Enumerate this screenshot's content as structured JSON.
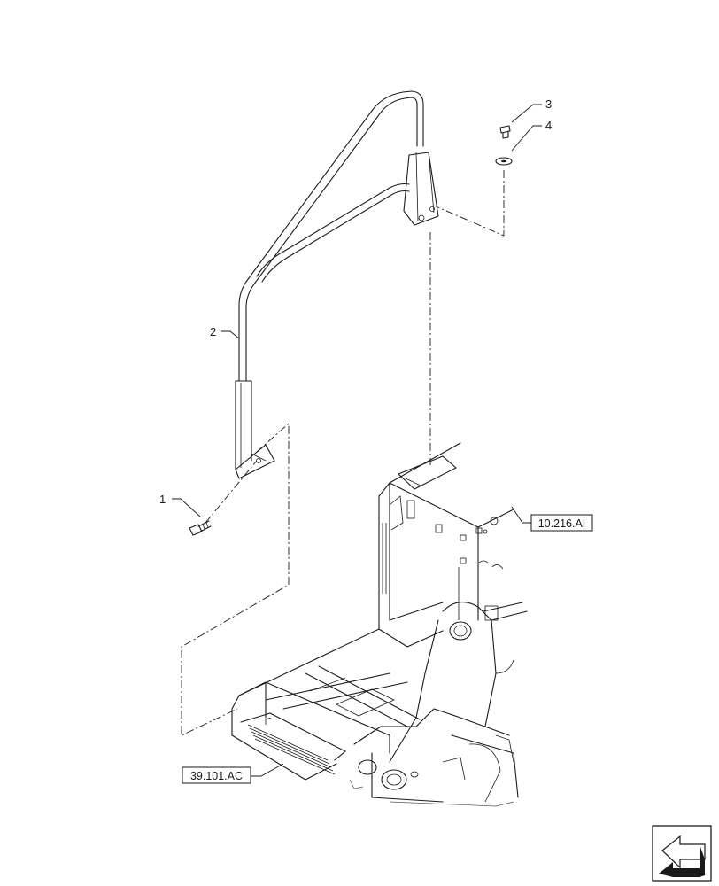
{
  "callouts": [
    {
      "id": "1",
      "label": "1"
    },
    {
      "id": "2",
      "label": "2"
    },
    {
      "id": "3",
      "label": "3"
    },
    {
      "id": "4",
      "label": "4"
    }
  ],
  "references": {
    "cab_ref": "10.216.AI",
    "step_ref": "39.101.AC"
  },
  "icons": {
    "nav": "next-page-arrow-icon"
  }
}
